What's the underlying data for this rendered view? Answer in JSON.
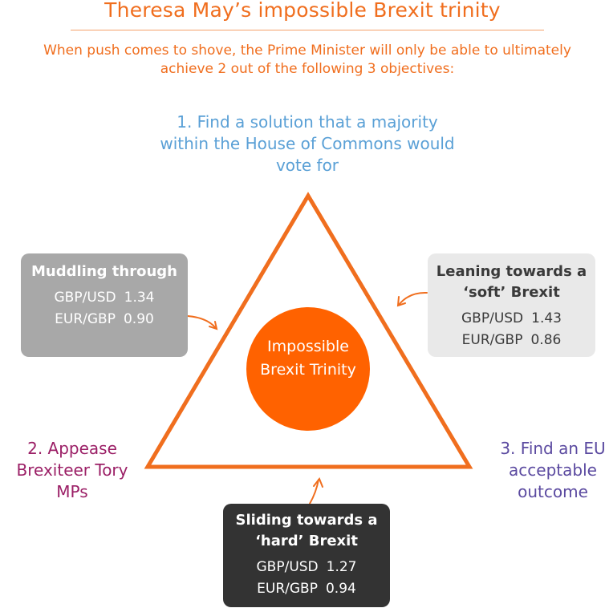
{
  "title": "Theresa May’s impossible Brexit trinity",
  "subtitle": "When push comes to shove, the Prime Minister will only be able to ultimately achieve 2 out of the following 3 objectives:",
  "objectives": [
    {
      "text": "1. Find a solution that a majority within the House of Commons would vote for",
      "color": "#5aa0d6"
    },
    {
      "text": "2. Appease Brexiteer Tory MPs",
      "color": "#9b1f66"
    },
    {
      "text": "3. Find an EU acceptable outcome",
      "color": "#5b4aa0"
    }
  ],
  "center": {
    "label": "Impossible Brexit Trinity",
    "color": "#ff6200"
  },
  "scenarios": {
    "muddling": {
      "title": "Muddling through",
      "rows": [
        {
          "label": "GBP/USD",
          "value": "1.34"
        },
        {
          "label": "EUR/GBP",
          "value": "0.90"
        }
      ]
    },
    "soft": {
      "title": "Leaning towards a ‘soft’ Brexit",
      "rows": [
        {
          "label": "GBP/USD",
          "value": "1.43"
        },
        {
          "label": "EUR/GBP",
          "value": "0.86"
        }
      ]
    },
    "hard": {
      "title": "Sliding towards a ‘hard’ Brexit",
      "rows": [
        {
          "label": "GBP/USD",
          "value": "1.27"
        },
        {
          "label": "EUR/GBP",
          "value": "0.94"
        }
      ]
    }
  },
  "colors": {
    "accent": "#f06e1e",
    "triangle": "#f06e1e"
  }
}
